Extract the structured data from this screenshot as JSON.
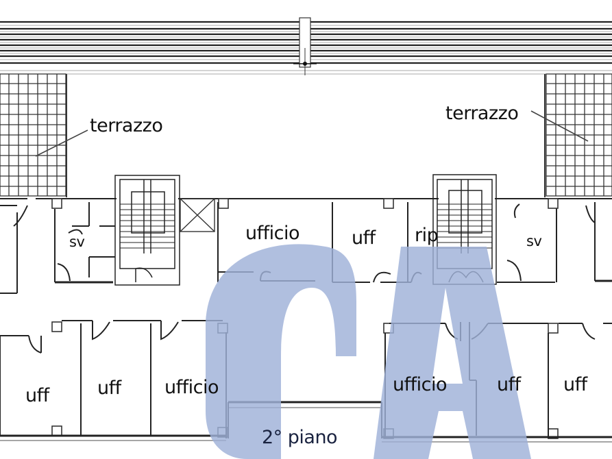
{
  "plan": {
    "floor_label": "2° piano",
    "colors": {
      "wall": "#222222",
      "wall_light": "#8a8a8a",
      "background": "#ffffff",
      "watermark": "#9fb1d8"
    },
    "watermark_text": "CA",
    "labels": {
      "terrace_left": "terrazzo",
      "terrace_right": "terrazzo",
      "sv_left": "sv",
      "sv_right": "sv",
      "ufficio_top": "ufficio",
      "uff_top": "uff",
      "rip": "rip",
      "uff_bottom_1": "uff",
      "uff_bottom_2": "uff",
      "ufficio_bottom_left": "ufficio",
      "ufficio_bottom_right": "ufficio",
      "uff_bottom_3": "uff",
      "uff_bottom_4": "uff"
    }
  }
}
